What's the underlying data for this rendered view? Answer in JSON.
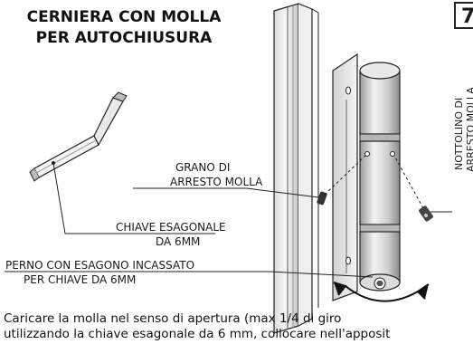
{
  "title": {
    "line1": "CERNIERA CON MOLLA",
    "line2": "PER AUTOCHIUSURA"
  },
  "page_number": "7",
  "labels": {
    "grub_screw_line1": "GRANO DI",
    "grub_screw_line2": "ARRESTO MOLLA",
    "hex_key_line1": "CHIAVE ESAGONALE",
    "hex_key_line2": "DA 6mm",
    "pin_line1": "PERNO CON ESAGONO INCASSATO",
    "pin_line2": "PER CHIAVE DA 6mm",
    "stop_pin_line1": "NOTTOLINO DI",
    "stop_pin_line2": "ARRESTO MOLLA"
  },
  "instructions": {
    "line1": "Caricare la molla nel senso di apertura (max 1/4 di giro",
    "line2": "utilizzando la chiave esagonale da 6 mm, collocare nell'apposit"
  },
  "colors": {
    "stroke": "#1a1a1a",
    "metal_light": "#e6e6e6",
    "metal_mid": "#bdbdbd",
    "metal_dark": "#8a8a8a"
  }
}
